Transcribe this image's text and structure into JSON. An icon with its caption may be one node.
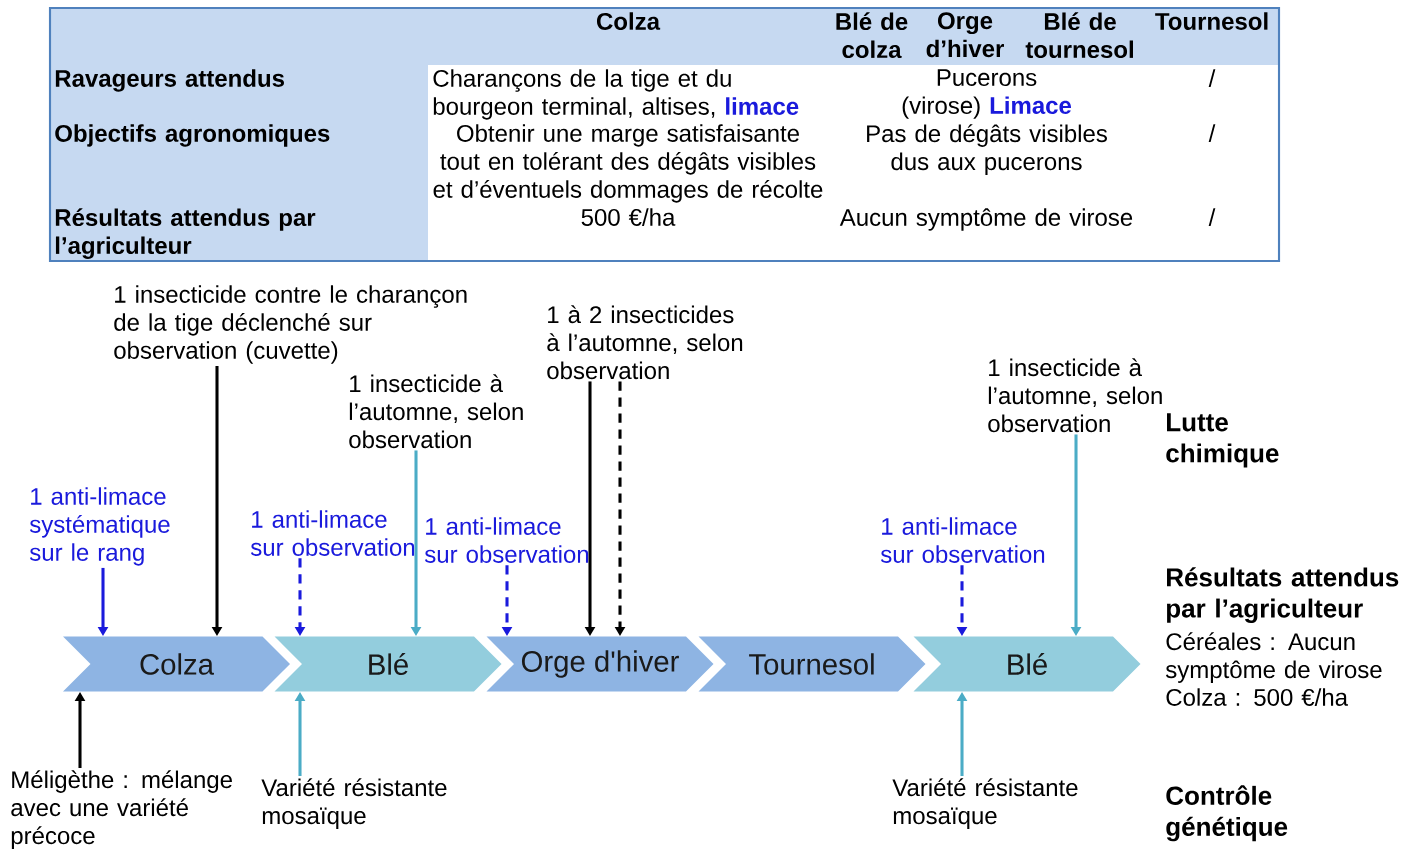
{
  "diagram": {
    "nodes": [
      {
        "text": [
          "Colza"
        ]
      },
      {
        "text": [
          "Blé"
        ]
      },
      {
        "text": [
          "Orge d'hiver"
        ]
      },
      {
        "text": [
          "Tournesol"
        ]
      },
      {
        "text": [
          "Blé"
        ]
      },
      {
        "text": [
          "1 insecticide contre le charançon de la tige déclenché sur observation (cuvette)"
        ]
      },
      {
        "text": [
          "1 à 2 insecticides à l’automne, selon observation"
        ]
      },
      {
        "text": [
          "1 insecticide à l’automne, selon observation"
        ]
      },
      {
        "text": [
          "1 insecticide à l’automne, selon observation"
        ]
      },
      {
        "text": [
          "1 anti-limace systématique sur le rang"
        ]
      },
      {
        "text": [
          "1 anti-limace sur observation"
        ]
      },
      {
        "text": [
          "1 anti-limace sur observation"
        ]
      },
      {
        "text": [
          "1 anti-limace sur observation"
        ]
      },
      {
        "text": [
          "Méligèthe : mélange avec une variété précoce"
        ]
      },
      {
        "text": [
          "Variété résistante mosaïque"
        ]
      },
      {
        "text": [
          "Variété résistante mosaïque"
        ]
      }
    ],
    "edges": [
      {
        "from": 5,
        "to": 0,
        "arrow": "to",
        "color": "#000000"
      },
      {
        "from": 6,
        "to": 2,
        "arrow": "to",
        "color": "#000000"
      },
      {
        "from": 6,
        "to": 2,
        "arrow": "to",
        "style": "dashed",
        "color": "#000000"
      },
      {
        "from": 7,
        "to": 1,
        "arrow": "to",
        "color": "#4bacc6"
      },
      {
        "from": 8,
        "to": 4,
        "arrow": "to",
        "color": "#4bacc6"
      },
      {
        "from": 9,
        "to": 0,
        "arrow": "to",
        "color": "#1a1adc"
      },
      {
        "from": 10,
        "to": 1,
        "arrow": "to",
        "style": "dashed",
        "color": "#1a1adc"
      },
      {
        "from": 11,
        "to": 2,
        "arrow": "to",
        "style": "dashed",
        "color": "#1a1adc"
      },
      {
        "from": 12,
        "to": 4,
        "arrow": "to",
        "style": "dashed",
        "color": "#1a1adc"
      },
      {
        "from": 13,
        "to": 0,
        "arrow": "to",
        "color": "#000000"
      },
      {
        "from": 14,
        "to": 1,
        "arrow": "to",
        "color": "#4bacc6"
      },
      {
        "from": 15,
        "to": 4,
        "arrow": "to",
        "color": "#4bacc6"
      }
    ],
    "labels": [
      "Colza",
      "Blé de colza",
      "Orge d’hiver",
      "Blé de tournesol",
      "Tournesol",
      "Ravageurs attendus",
      "Charançons de la tige et du bourgeon terminal, altises, **limace**",
      "Pucerons (virose) **Limace**",
      "/",
      "Objectifs agronomiques",
      "Obtenir une marge satisfaisante tout en tolérant des dégâts visibles et d’éventuels dommages de récolte",
      "Pas de dégâts visibles dus aux pucerons",
      "/",
      "Résultats attendus par l’agriculteur",
      "500 €/ha",
      "Aucun symptôme de virose",
      "/",
      "Lutte chimique",
      "Résultats attendus par l’agriculteur",
      "Céréales : Aucun symptôme de virose",
      "Colza : 500 €/ha",
      "Contrôle génétique"
    ]
  }
}
